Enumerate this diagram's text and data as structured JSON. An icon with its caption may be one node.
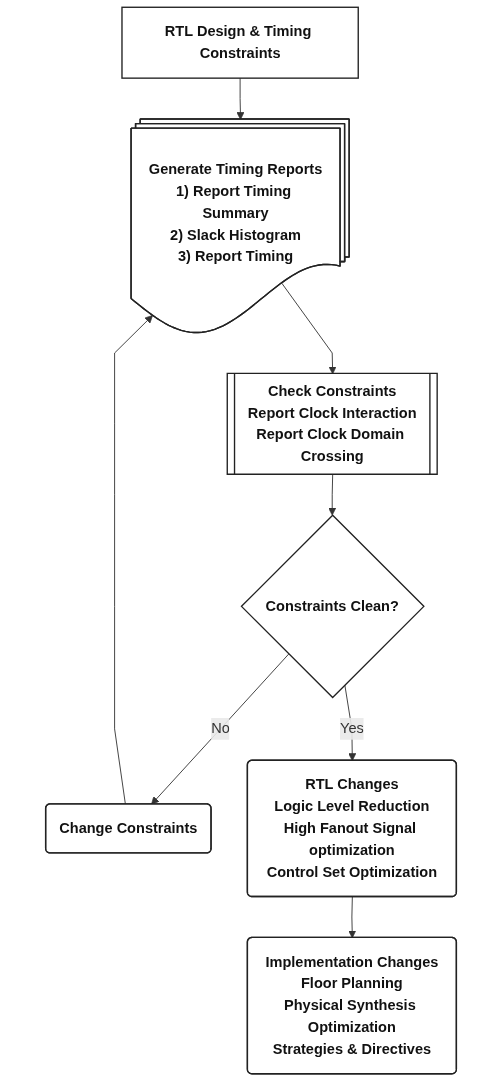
{
  "diagram": {
    "nodes": [
      {
        "text": [
          "RTL Design & Timing Constraints"
        ]
      },
      {
        "text": [
          "Generate Timing Reports",
          "1) Report Timing Summary",
          "2) Slack Histogram",
          "3) Report Timing"
        ]
      },
      {
        "text": [
          "Change Constraints"
        ]
      },
      {
        "text": [
          "Check Constraints",
          "Report Clock Interaction",
          "Report Clock Domain Crossing"
        ]
      },
      {
        "text": [
          "Constraints Clean?"
        ]
      },
      {
        "text": [
          "RTL Changes",
          "Logic Level Reduction",
          "High Fanout Signal optimization",
          "Control Set Optimization"
        ]
      },
      {
        "text": [
          "Implementation Changes",
          "Floor Planning",
          "Physical Synthesis Optimization",
          "Strategies & Directives"
        ]
      }
    ],
    "edges": [
      {
        "from": 0,
        "to": 1,
        "arrow": "to"
      },
      {
        "from": 1,
        "to": 3,
        "arrow": "to"
      },
      {
        "from": 3,
        "to": 4,
        "arrow": "to"
      },
      {
        "from": 4,
        "to": 2,
        "arrow": "to",
        "label": "No"
      },
      {
        "from": 2,
        "to": 1,
        "arrow": "to"
      },
      {
        "from": 4,
        "to": 5,
        "arrow": "to",
        "label": "Yes"
      },
      {
        "from": 5,
        "to": 6,
        "arrow": "to"
      }
    ]
  }
}
